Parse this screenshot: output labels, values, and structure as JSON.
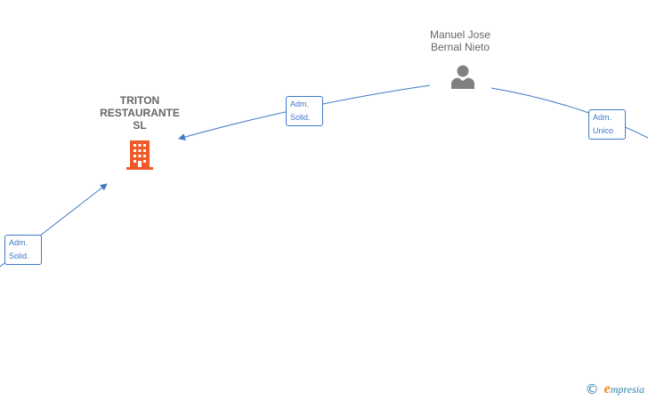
{
  "nodes": {
    "person": {
      "line1": "Manuel Jose",
      "line2": "Bernal Nieto",
      "icon": "person-icon",
      "color": "#808080"
    },
    "company": {
      "line1": "TRITON",
      "line2": "RESTAURANTE",
      "line3": "SL",
      "icon": "building-icon",
      "color": "#f05a28"
    }
  },
  "edges": [
    {
      "line1": "Adm.",
      "line2": "Solid."
    },
    {
      "line1": "Adm.",
      "line2": "Unico"
    },
    {
      "line1": "Adm.",
      "line2": "Solid."
    }
  ],
  "colors": {
    "edge": "#3f79c8"
  },
  "footer": {
    "copyright": "©",
    "brand_first": "e",
    "brand_rest": "mpresia"
  }
}
